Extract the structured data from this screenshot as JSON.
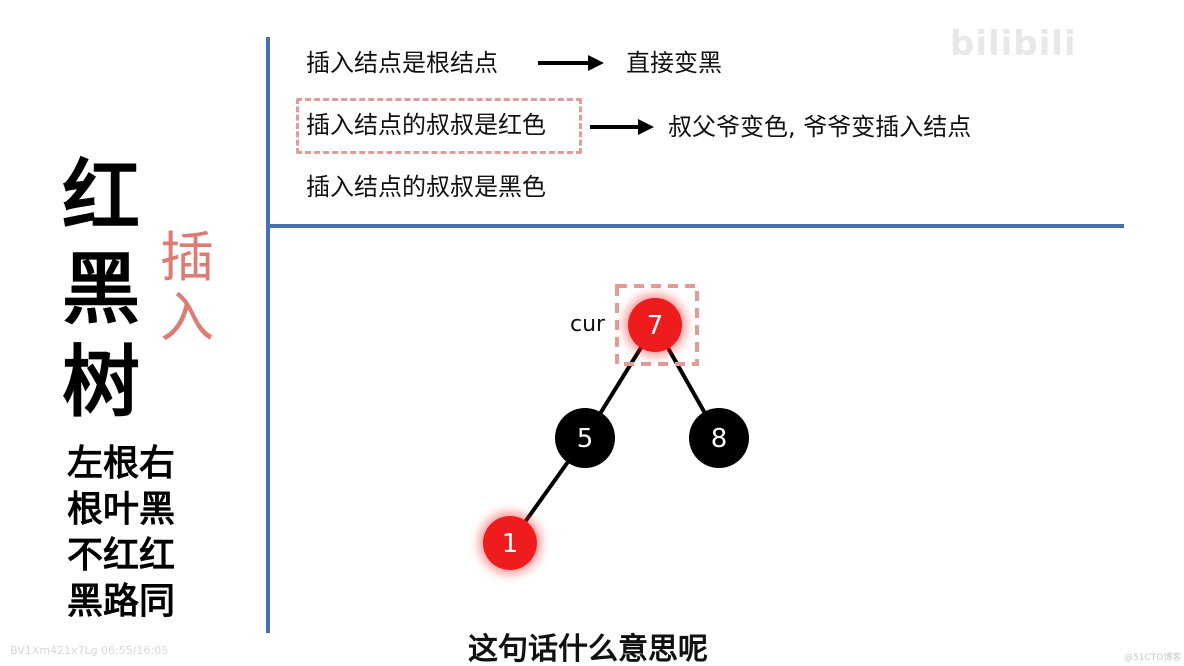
{
  "title": {
    "chars": [
      "红",
      "黑",
      "树"
    ]
  },
  "subtitle": {
    "chars": [
      "插",
      "入"
    ]
  },
  "mnemonics": [
    "左根右",
    "根叶黑",
    "不红红",
    "黑路同"
  ],
  "rules": [
    {
      "condition": "插入结点是根结点",
      "action": "直接变黑",
      "highlighted": false
    },
    {
      "condition": "插入结点的叔叔是红色",
      "action": "叔父爷变色, 爷爷变插入结点",
      "highlighted": true
    },
    {
      "condition": "插入结点的叔叔是黑色",
      "action": "",
      "highlighted": false
    }
  ],
  "tree": {
    "cur_label": "cur",
    "nodes": [
      {
        "value": "7",
        "color": "red",
        "marked_cur": true
      },
      {
        "value": "5",
        "color": "black"
      },
      {
        "value": "8",
        "color": "black"
      },
      {
        "value": "1",
        "color": "red"
      }
    ],
    "edges": [
      [
        "7",
        "5"
      ],
      [
        "7",
        "8"
      ],
      [
        "5",
        "1"
      ]
    ]
  },
  "caption": "这句话什么意思呢",
  "watermarks": {
    "top": "bilibili",
    "bottom": "BV1Xm421x7Lg 06:55/16:05",
    "corner": "@51CTO博客"
  },
  "colors": {
    "red_node": "#ee1c1c",
    "black_node": "#000000",
    "accent_pink": "#dc7c74",
    "divider_blue": "#4a6fb0"
  }
}
